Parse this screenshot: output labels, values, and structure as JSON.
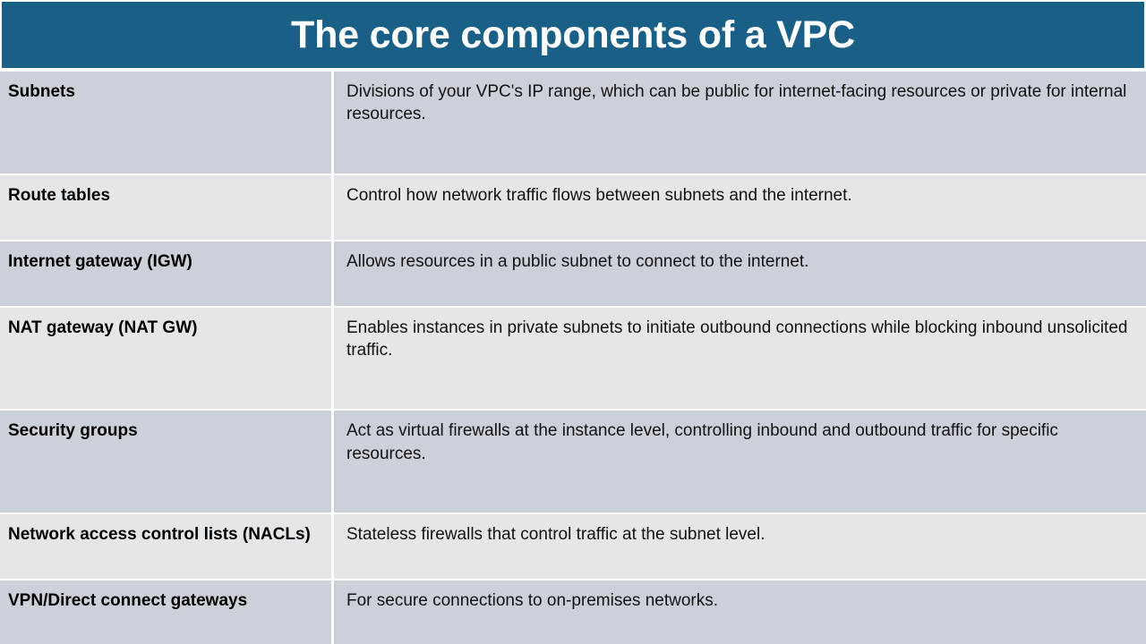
{
  "slide": {
    "title": "The core components of a VPC",
    "header_background": "#1a6086",
    "header_text_color": "#ffffff",
    "row_shade_dark": "#ccd1d9",
    "row_shade_light": "#e4e7ea",
    "divider_color": "#ffffff"
  },
  "table": {
    "rows": [
      {
        "term": "Subnets",
        "description": "Divisions of your VPC's IP range, which can be public for internet-facing resources or private for internal resources.",
        "shade": "dark"
      },
      {
        "term": "Route tables",
        "description": "Control how network traffic flows between subnets and the internet.",
        "shade": "light"
      },
      {
        "term": "Internet gateway (IGW)",
        "description": "Allows resources in a public subnet to connect to the internet.",
        "shade": "dark"
      },
      {
        "term": "NAT gateway (NAT GW)",
        "description": "Enables instances in private subnets to initiate outbound connections while blocking inbound unsolicited traffic.",
        "shade": "light"
      },
      {
        "term": "Security groups",
        "description": "Act as virtual firewalls at the instance level, controlling inbound and outbound traffic for specific resources.",
        "shade": "dark"
      },
      {
        "term": "Network access control lists (NACLs)",
        "description": "Stateless firewalls that control traffic at the subnet level.",
        "shade": "light"
      },
      {
        "term": "VPN/Direct connect gateways",
        "description": "For secure connections to on-premises networks.",
        "shade": "dark"
      }
    ]
  }
}
